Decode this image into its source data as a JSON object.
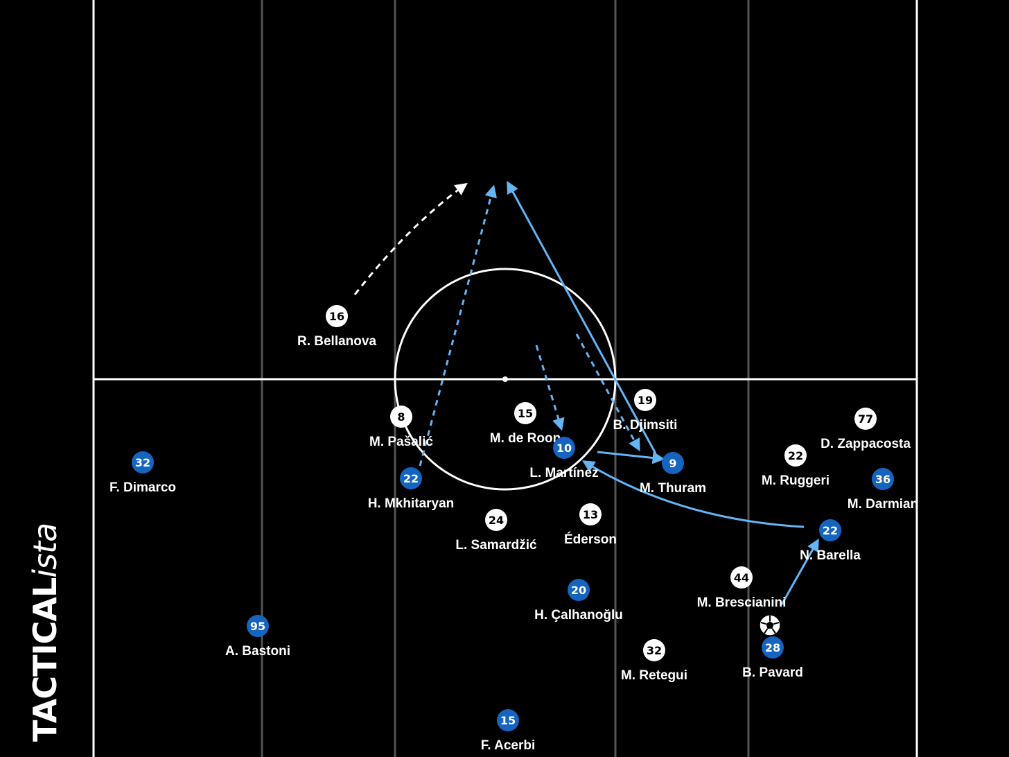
{
  "brand": {
    "main": "TACTICAL",
    "suffix": "ista"
  },
  "colors": {
    "team_a": "#1565c0",
    "team_b": "#ffffff",
    "arrow_blue": "#64b5f6",
    "arrow_white": "#ffffff"
  },
  "players": [
    {
      "id": "p1",
      "team": "b",
      "number": "16",
      "name": "R. Bellanova"
    },
    {
      "id": "p2",
      "team": "b",
      "number": "8",
      "name": "M. Pašalić"
    },
    {
      "id": "p3",
      "team": "b",
      "number": "15",
      "name": "M. de Roon"
    },
    {
      "id": "p4",
      "team": "b",
      "number": "19",
      "name": "B. Djimsiti"
    },
    {
      "id": "p5",
      "team": "b",
      "number": "77",
      "name": "D. Zappacosta"
    },
    {
      "id": "p6",
      "team": "b",
      "number": "22",
      "name": "M. Ruggeri"
    },
    {
      "id": "p7",
      "team": "b",
      "number": "24",
      "name": "L. Samardžić"
    },
    {
      "id": "p8",
      "team": "b",
      "number": "13",
      "name": "Éderson"
    },
    {
      "id": "p9",
      "team": "b",
      "number": "44",
      "name": "M. Brescianini"
    },
    {
      "id": "p10",
      "team": "b",
      "number": "32",
      "name": "M. Retegui"
    },
    {
      "id": "p11",
      "team": "a",
      "number": "32",
      "name": "F. Dimarco"
    },
    {
      "id": "p12",
      "team": "a",
      "number": "22",
      "name": "H. Mkhitaryan"
    },
    {
      "id": "p13",
      "team": "a",
      "number": "10",
      "name": "L. Martínez"
    },
    {
      "id": "p14",
      "team": "a",
      "number": "9",
      "name": "M. Thuram"
    },
    {
      "id": "p15",
      "team": "a",
      "number": "36",
      "name": "M. Darmian"
    },
    {
      "id": "p16",
      "team": "a",
      "number": "22",
      "name": "N. Barella"
    },
    {
      "id": "p17",
      "team": "a",
      "number": "20",
      "name": "H. Çalhanoğlu"
    },
    {
      "id": "p18",
      "team": "a",
      "number": "28",
      "name": "B. Pavard"
    },
    {
      "id": "p19",
      "team": "a",
      "number": "95",
      "name": "A. Bastoni"
    },
    {
      "id": "p20",
      "team": "a",
      "number": "15",
      "name": "F. Acerbi"
    }
  ]
}
